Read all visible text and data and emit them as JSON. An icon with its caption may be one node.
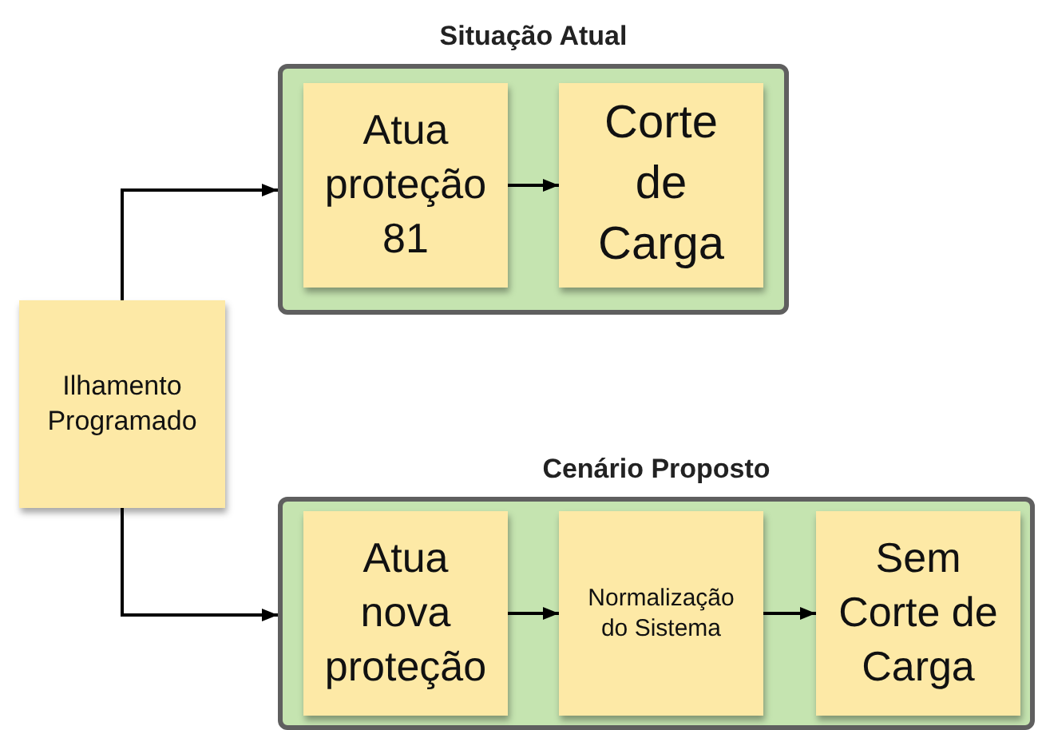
{
  "diagram": {
    "nodes": [
      {
        "text": [
          "Situação Atual"
        ]
      },
      {
        "text": [
          "Atua proteção 81"
        ],
        "in": 0
      },
      {
        "text": [
          "Corte de Carga"
        ],
        "in": 0
      },
      {
        "text": [
          "Ilhamento Programado"
        ]
      },
      {
        "text": [
          "Cenário Proposto"
        ]
      },
      {
        "text": [
          "Atua nova proteção"
        ],
        "in": 4
      },
      {
        "text": [
          "Normalização do Sistema"
        ],
        "in": 4
      },
      {
        "text": [
          "Sem Corte de Carga"
        ],
        "in": 4
      }
    ],
    "edges": [
      {
        "from": 3,
        "to": 0,
        "arrow": "to"
      },
      {
        "from": 3,
        "to": 4,
        "arrow": "to"
      },
      {
        "from": 1,
        "to": 2,
        "arrow": "to"
      },
      {
        "from": 5,
        "to": 6,
        "arrow": "to"
      },
      {
        "from": 6,
        "to": 7,
        "arrow": "to"
      }
    ]
  }
}
